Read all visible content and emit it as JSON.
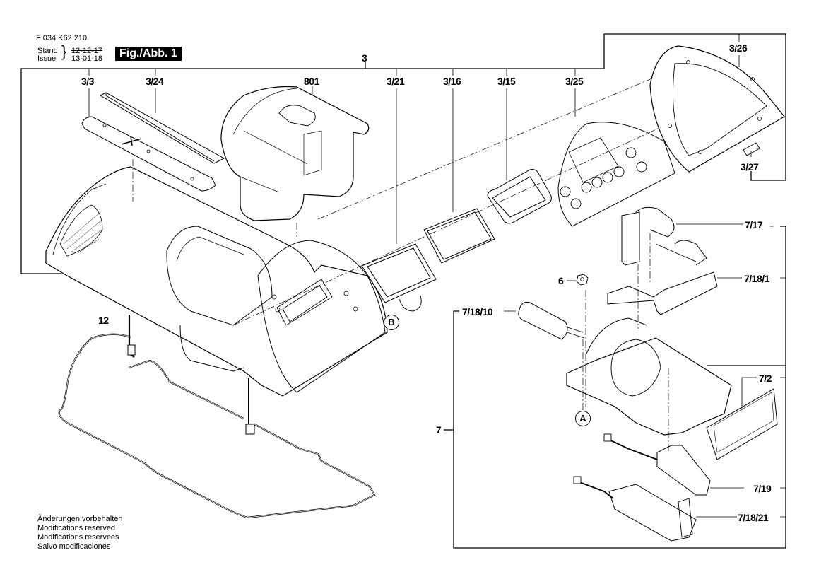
{
  "header": {
    "part_number": "F 034 K62 210",
    "stand_label": "Stand",
    "issue_label": "Issue",
    "old_date": "12-12-17",
    "new_date": "13-01-18",
    "figure_label": "Fig./Abb. 1"
  },
  "callouts": {
    "group_3": "3",
    "p3_3": "3/3",
    "p3_24": "3/24",
    "p801": "801",
    "p3_21": "3/21",
    "p3_16": "3/16",
    "p3_15": "3/15",
    "p3_25": "3/25",
    "p3_26": "3/26",
    "p3_27": "3/27",
    "p12": "12",
    "p6": "6",
    "p7": "7",
    "p7_17": "7/17",
    "p7_18_1": "7/18/1",
    "p7_18_10": "7/18/10",
    "p7_2": "7/2",
    "p7_19": "7/19",
    "p7_18_21": "7/18/21",
    "ref_a": "A",
    "ref_b": "B"
  },
  "footer_notes": [
    "Änderungen vorbehalten",
    "Modifications reserved",
    "Modifications reservees",
    "Salvo modificaciones"
  ]
}
